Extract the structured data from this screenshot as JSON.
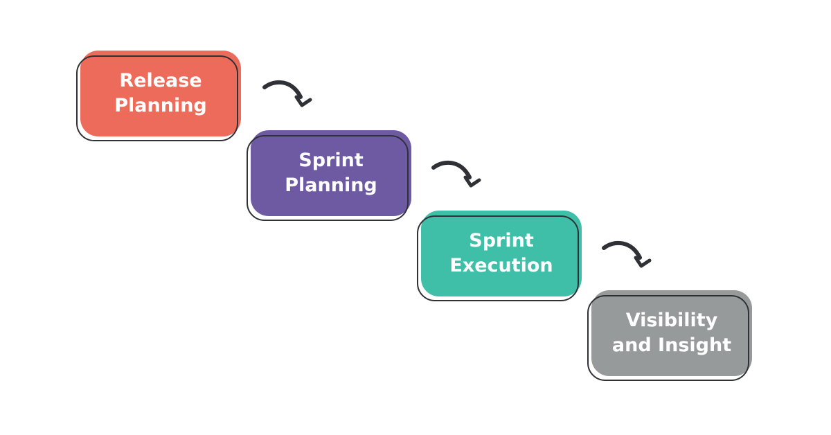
{
  "steps": [
    {
      "label": "Release\nPlanning",
      "color": "#ec6b5a"
    },
    {
      "label": "Sprint\nPlanning",
      "color": "#6e5aa3"
    },
    {
      "label": "Sprint\nExecution",
      "color": "#3fbfa8"
    },
    {
      "label": "Visibility\nand Insight",
      "color": "#979a9a"
    }
  ],
  "arrow_color": "#2f3136"
}
